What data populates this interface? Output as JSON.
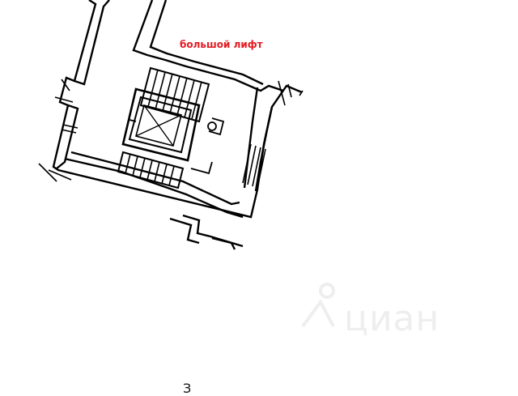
{
  "plan": {
    "elevator_label": "большой лифт",
    "label_color": "#e31b23"
  },
  "watermark": {
    "text": "циан",
    "color": "#eeeeee"
  },
  "bottom_text": "З"
}
